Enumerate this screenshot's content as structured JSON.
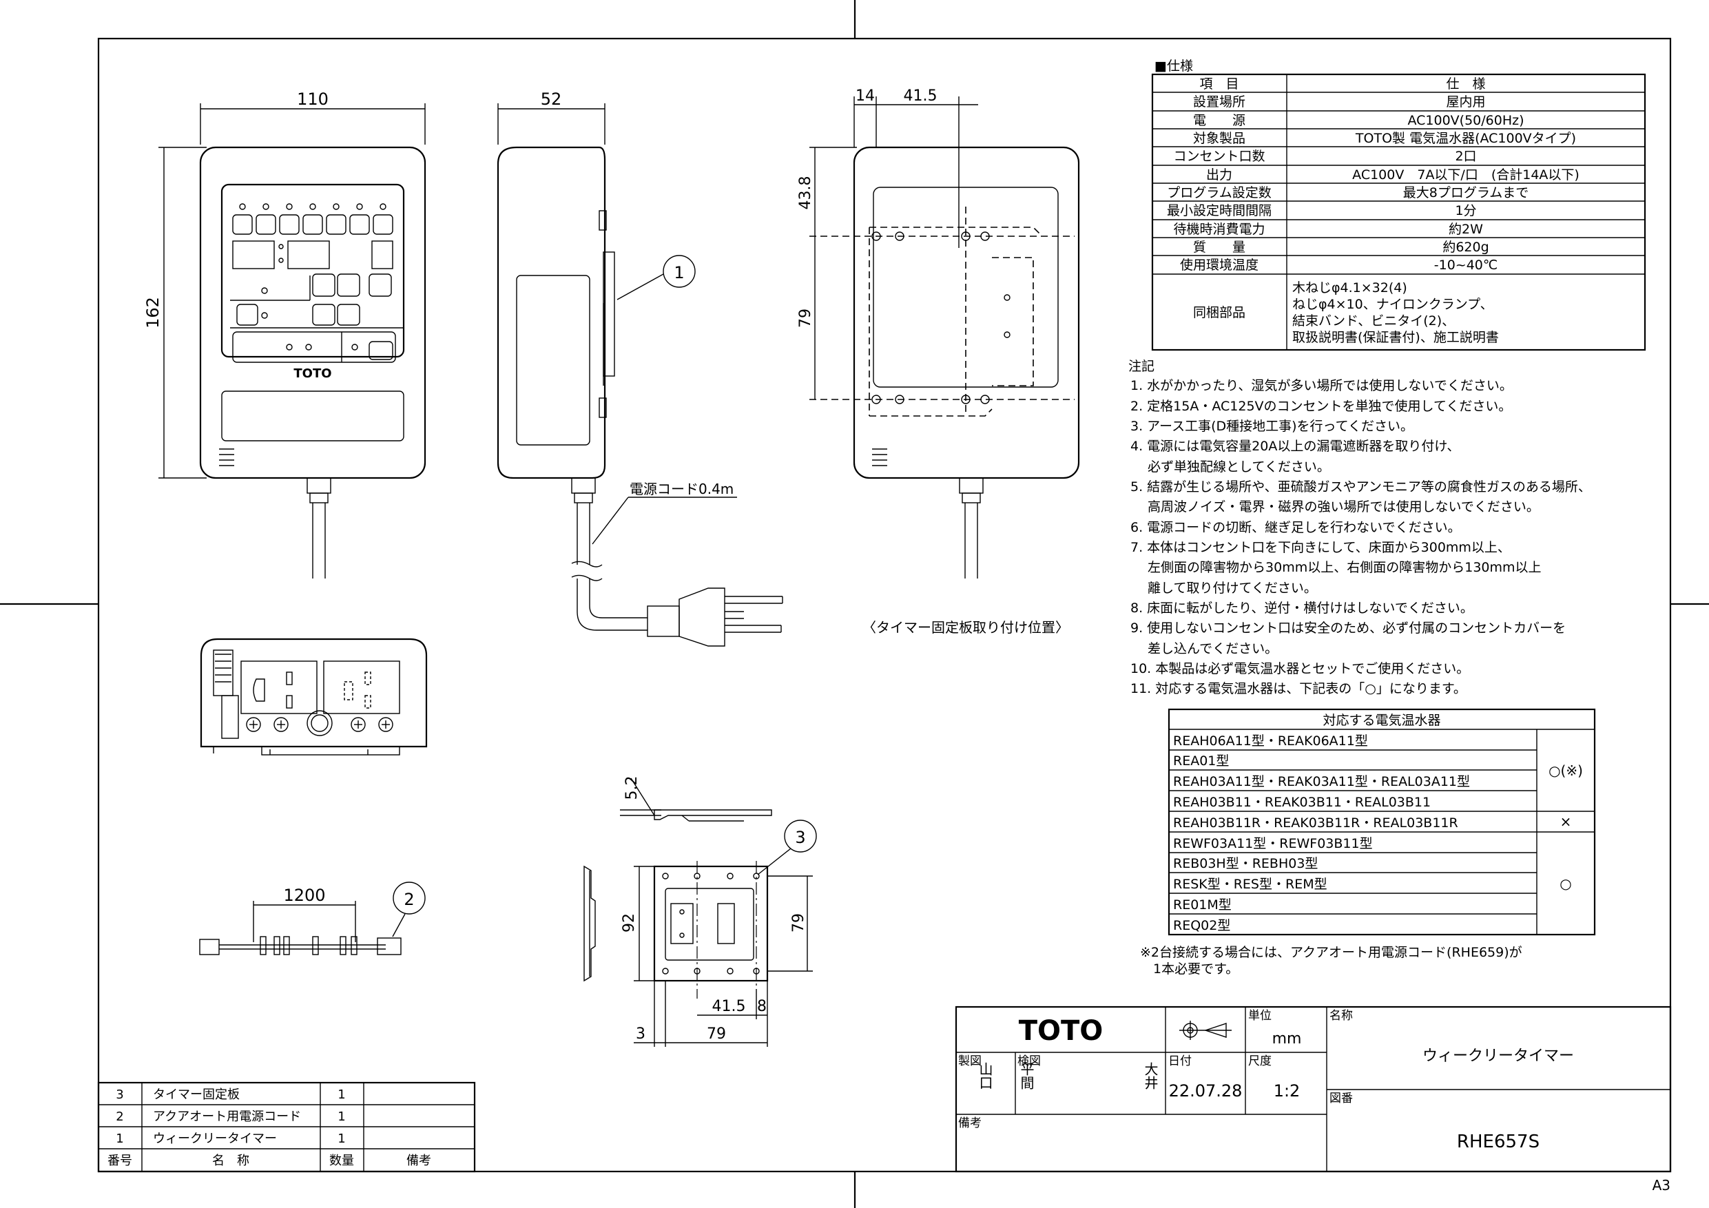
{
  "sheet_size": "A3",
  "dimensions": {
    "front_width": "110",
    "front_height": "162",
    "side_depth": "52",
    "plate_offset": "14",
    "plate_center": "41.5",
    "plate_top": "43.8",
    "plate_hole_span": "79",
    "cord_length": "1200",
    "small_thickness": "5.2",
    "small_height": "92",
    "small_hole_v": "79",
    "small_center": "41.5",
    "small_edge": "8",
    "small_left": "3",
    "small_width": "79"
  },
  "labels": {
    "power_cord": "電源コード0.4m",
    "mount_position": "〈タイマー固定板取り付け位置〉",
    "brand_on_unit": "TOTO",
    "balloon_1": "1",
    "balloon_2": "2",
    "balloon_3": "3"
  },
  "spec": {
    "title": "■仕様",
    "header": [
      "項　目",
      "仕　様"
    ],
    "rows": [
      [
        "設置場所",
        "屋内用"
      ],
      [
        "電　　源",
        "AC100V(50/60Hz)"
      ],
      [
        "対象製品",
        "TOTO製 電気温水器(AC100Vタイプ)"
      ],
      [
        "コンセント口数",
        "2口"
      ],
      [
        "出力",
        "AC100V　7A以下/口　(合計14A以下)"
      ],
      [
        "プログラム設定数",
        "最大8プログラムまで"
      ],
      [
        "最小設定時間間隔",
        "1分"
      ],
      [
        "待機時消費電力",
        "約2W"
      ],
      [
        "質　　量",
        "約620g"
      ],
      [
        "使用環境温度",
        "-10~40℃"
      ]
    ],
    "bundled_label": "同梱部品",
    "bundled_lines": [
      "木ねじφ4.1×32(4)",
      "ねじφ4×10、ナイロンクランプ、",
      "結束バンド、ビニタイ(2)、",
      "取扱説明書(保証書付)、施工説明書"
    ]
  },
  "notes": {
    "title": "注記",
    "lines": [
      "1. 水がかかったり、湿気が多い場所では使用しないでください。",
      "2. 定格15A・AC125Vのコンセントを単独で使用してください。",
      "3. アース工事(D種接地工事)を行ってください。",
      "4. 電源には電気容量20A以上の漏電遮断器を取り付け、",
      "　 必ず単独配線としてください。",
      "5. 結露が生じる場所や、亜硫酸ガスやアンモニア等の腐食性ガスのある場所、",
      "　 高周波ノイズ・電界・磁界の強い場所では使用しないでください。",
      "6. 電源コードの切断、継ぎ足しを行わないでください。",
      "7. 本体はコンセント口を下向きにして、床面から300mm以上、",
      "　 左側面の障害物から30mm以上、右側面の障害物から130mm以上",
      "　 離して取り付けてください。",
      "8. 床面に転がしたり、逆付・横付けはしないでください。",
      "9. 使用しないコンセント口は安全のため、必ず付属のコンセントカバーを",
      "　 差し込んでください。",
      "10. 本製品は必ず電気温水器とセットでご使用ください。",
      "11. 対応する電気温水器は、下記表の「○」になります。"
    ]
  },
  "heaters": {
    "title": "対応する電気温水器",
    "rows": [
      "REAH06A11型・REAK06A11型",
      "REA01型",
      "REAH03A11型・REAK03A11型・REAL03A11型",
      "REAH03B11・REAK03B11・REAL03B11",
      "REAH03B11R・REAK03B11R・REAL03B11R",
      "REWF03A11型・REWF03B11型",
      "REB03H型・REBH03型",
      "RESK型・RES型・REM型",
      "RE01M型",
      "REQ02型"
    ],
    "mark_group1": "○(※)",
    "mark_group2": "×",
    "mark_group3": "○"
  },
  "footnote": [
    "※2台接続する場合には、アクアオート用電源コード(RHE659)が",
    "　1本必要です。"
  ],
  "parts": {
    "header": [
      "番号",
      "名　称",
      "数量",
      "備考"
    ],
    "rows": [
      [
        "3",
        "タイマー固定板",
        "1",
        ""
      ],
      [
        "2",
        "アクアオート用電源コード",
        "1",
        ""
      ],
      [
        "1",
        "ウィークリータイマー",
        "1",
        ""
      ]
    ]
  },
  "title_block": {
    "company": "TOTO",
    "unit_label": "単位",
    "unit_value": "mm",
    "name_label": "名称",
    "name_value": "ウィークリータイマー",
    "maker_label": "製図",
    "maker_value": "山口",
    "check_label": "検図",
    "check_value": "平間",
    "check_value2": "大井",
    "date_label": "日付",
    "date_value": "22.07.28",
    "scale_label": "尺度",
    "scale_value": "1:2",
    "drawing_no_label": "図番",
    "drawing_no_value": "RHE657S",
    "remarks_label": "備考"
  }
}
